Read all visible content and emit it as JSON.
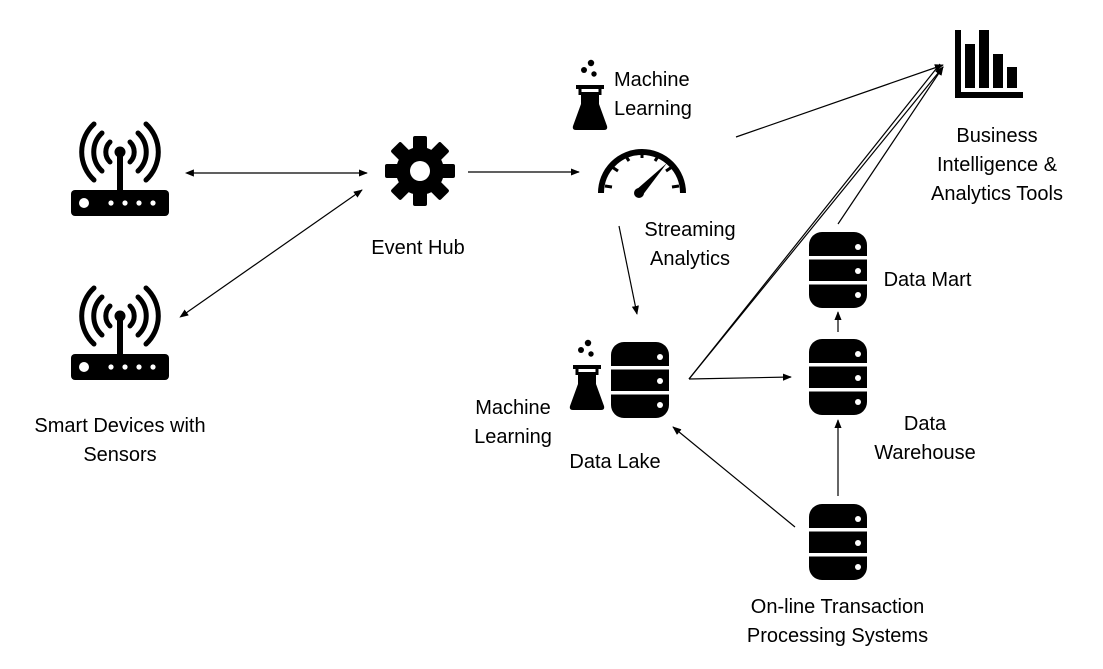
{
  "colors": {
    "ink": "#000000",
    "background": "#ffffff"
  },
  "labels": {
    "smart_devices": [
      "Smart Devices with",
      "Sensors"
    ],
    "event_hub": [
      "Event Hub"
    ],
    "ml_top": [
      "Machine",
      "Learning"
    ],
    "streaming": [
      "Streaming",
      "Analytics"
    ],
    "ml_bottom": [
      "Machine",
      "Learning"
    ],
    "data_lake": [
      "Data Lake"
    ],
    "data_mart": [
      "Data Mart"
    ],
    "data_warehouse": [
      "Data",
      "Warehouse"
    ],
    "oltp": [
      "On-line Transaction",
      "Processing Systems"
    ],
    "bi": [
      "Business",
      "Intelligence &",
      "Analytics Tools"
    ]
  },
  "icons": {
    "router_top": "wireless-router-icon",
    "router_bottom": "wireless-router-icon",
    "event_hub": "gear-icon",
    "ml_top": "flask-icon",
    "streaming": "speedometer-icon",
    "data_lake": "database-icon",
    "ml_bottom": "flask-icon",
    "data_mart": "database-icon",
    "data_warehouse": "database-icon",
    "oltp": "database-icon",
    "bi": "bar-chart-icon"
  }
}
